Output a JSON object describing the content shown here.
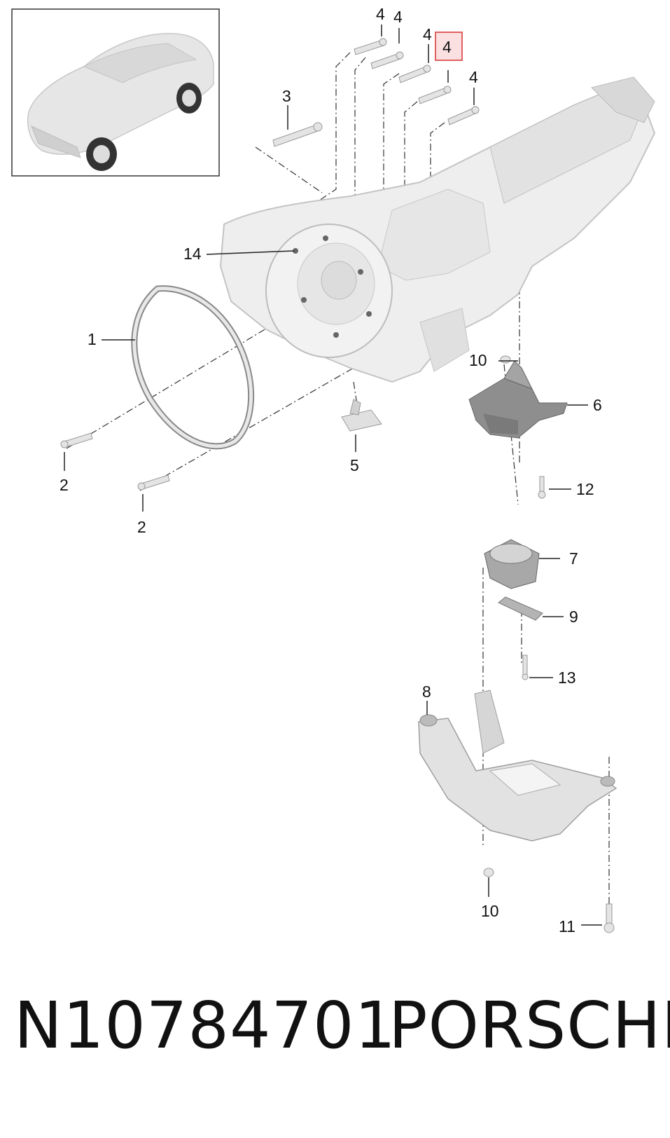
{
  "diagram": {
    "callouts": [
      {
        "id": "4a",
        "text": "4"
      },
      {
        "id": "4b",
        "text": "4"
      },
      {
        "id": "4c",
        "text": "4"
      },
      {
        "id": "4d",
        "text": "4"
      },
      {
        "id": "4e",
        "text": "4"
      },
      {
        "id": "3",
        "text": "3"
      },
      {
        "id": "14",
        "text": "14"
      },
      {
        "id": "1",
        "text": "1"
      },
      {
        "id": "10a",
        "text": "10"
      },
      {
        "id": "6",
        "text": "6"
      },
      {
        "id": "5",
        "text": "5"
      },
      {
        "id": "2a",
        "text": "2"
      },
      {
        "id": "2b",
        "text": "2"
      },
      {
        "id": "12",
        "text": "12"
      },
      {
        "id": "7",
        "text": "7"
      },
      {
        "id": "9",
        "text": "9"
      },
      {
        "id": "13",
        "text": "13"
      },
      {
        "id": "8",
        "text": "8"
      },
      {
        "id": "10b",
        "text": "10"
      },
      {
        "id": "11",
        "text": "11"
      }
    ],
    "highlight": {
      "text": "4",
      "color": "#e06060",
      "fill": "#fbe0e2"
    }
  },
  "footer": {
    "part_number": "N10784701",
    "brand": "PORSCHE"
  },
  "colors": {
    "line": "#222222",
    "part_fill": "#ebebeb",
    "part_stroke": "#b8b8b8"
  }
}
